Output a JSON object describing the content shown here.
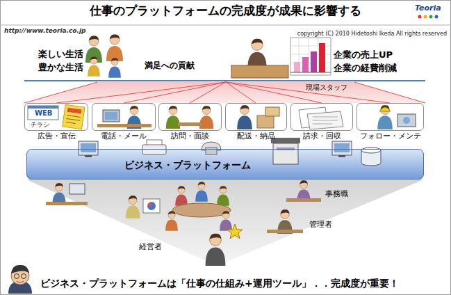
{
  "diagram": {
    "title": "仕事のプラットフォームの完成度が成果に影響する",
    "caption": "ビジネス・プラットフォームは「仕事の仕組み+運用ツール」．．完成度が重要！",
    "nodes": [
      {
        "text": [
          "広告・宣伝"
        ]
      },
      {
        "text": [
          "電話・メール"
        ]
      },
      {
        "text": [
          "訪問・面談"
        ]
      },
      {
        "text": [
          "配送・納品"
        ]
      },
      {
        "text": [
          "請求・回収"
        ]
      },
      {
        "text": [
          "フォロー・メンテ"
        ]
      },
      {
        "text": [
          "ビジネス・プラットフォーム"
        ]
      }
    ],
    "labels": [
      "http://www.teoria.co.jp",
      "copyright (C) 2010 Hidetoshi Ikeda All rights reserved",
      "Teoria",
      "楽しい生活",
      "豊かな生活",
      "満足への貢献",
      "企業の売上UP",
      "企業の経費削減",
      "現場スタッフ",
      "WEB",
      "チラシ",
      "事務職",
      "管理者",
      "経営者"
    ]
  }
}
